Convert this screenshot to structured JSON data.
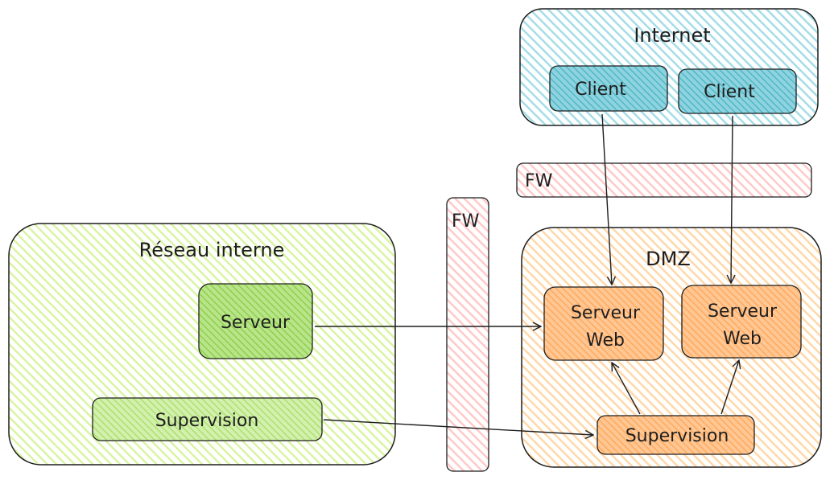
{
  "zones": {
    "internet": {
      "label": "Internet",
      "fill": "#a5dde7",
      "stroke": "#1e1e1e"
    },
    "internal": {
      "label": "Réseau interne",
      "fill": "#d8f5a2",
      "stroke": "#1e1e1e"
    },
    "dmz": {
      "label": "DMZ",
      "fill": "#ffd8a8",
      "stroke": "#1e1e1e"
    }
  },
  "firewalls": {
    "top": {
      "label": "FW",
      "fill": "#ffc9c9"
    },
    "middle": {
      "label": "FW",
      "fill": "#ffc9c9"
    }
  },
  "nodes": {
    "client_1": {
      "label": "Client",
      "fill": "#66c2d1"
    },
    "client_2": {
      "label": "Client",
      "fill": "#66c2d1"
    },
    "internal_server": {
      "label": "Serveur",
      "fill": "#9bd35a"
    },
    "internal_supervision": {
      "label": "Supervision",
      "fill": "#b9e58a"
    },
    "web_server_1": {
      "line1": "Serveur",
      "line2": "Web",
      "fill": "#ffb774"
    },
    "web_server_2": {
      "line1": "Serveur",
      "line2": "Web",
      "fill": "#ffb774"
    },
    "dmz_supervision": {
      "label": "Supervision",
      "fill": "#ffb774"
    }
  },
  "edges": [
    {
      "from": "client_1",
      "to": "web_server_1"
    },
    {
      "from": "client_2",
      "to": "web_server_2"
    },
    {
      "from": "internal_server",
      "to": "web_server_1"
    },
    {
      "from": "internal_supervision",
      "to": "dmz_supervision"
    },
    {
      "from": "dmz_supervision",
      "to": "web_server_1"
    },
    {
      "from": "dmz_supervision",
      "to": "web_server_2"
    }
  ]
}
